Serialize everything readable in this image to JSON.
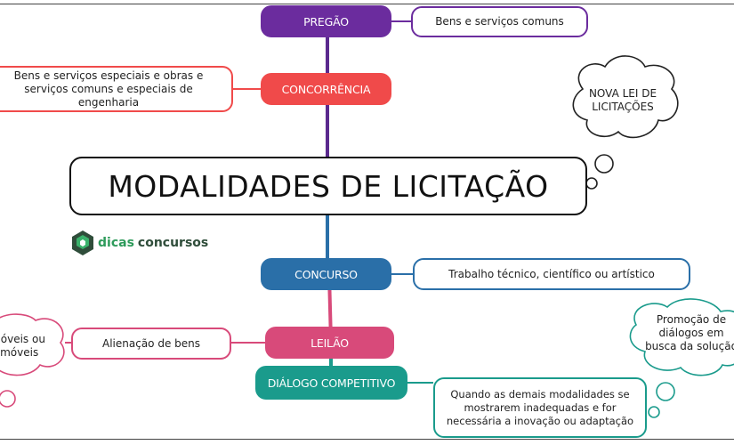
{
  "title": "MODALIDADES DE LICITAÇÃO",
  "cloud_note": "NOVA LEI DE LICITAÇÕES",
  "logo": {
    "part1": "dicas",
    "part2": "concursos"
  },
  "branches": [
    {
      "label": "PREGÃO",
      "color": "#6b2c9e",
      "description": "Bens e serviços comuns"
    },
    {
      "label": "CONCORRÊNCIA",
      "color": "#f04a4a",
      "description": "Bens e serviços especiais e obras e serviços comuns e especiais de engenharia"
    },
    {
      "label": "CONCURSO",
      "color": "#2a6fa8",
      "description": "Trabalho técnico, científico ou artístico"
    },
    {
      "label": "LEILÃO",
      "color": "#d84a7a",
      "description": "Alienação de bens",
      "side_note": "móveis ou imóveis"
    },
    {
      "label": "DIÁLOGO COMPETITIVO",
      "color": "#1a9b8c",
      "description": "Quando as demais modalidades se mostrarem inadequadas e for necessária a inovação ou adaptação",
      "side_note": "Promoção de diálogos em busca da solução"
    }
  ]
}
